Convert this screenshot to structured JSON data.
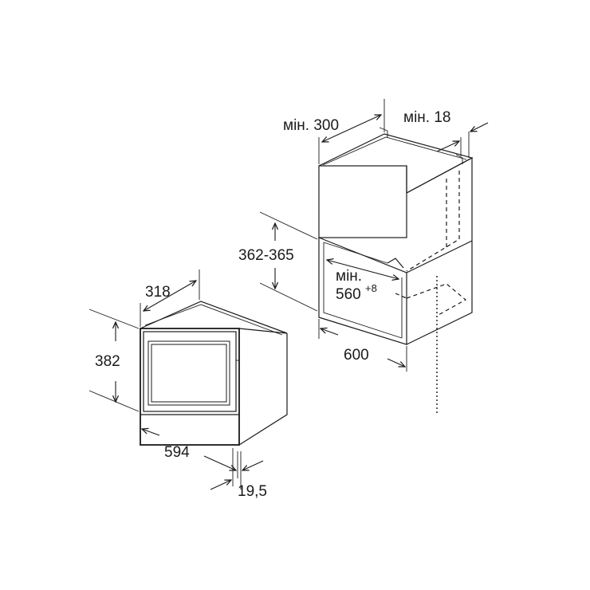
{
  "dimensions": {
    "min_300": "мін. 300",
    "min_18": "мін. 18",
    "height_362_365": "362-365",
    "min_560_label": "мін.",
    "min_560_value": "560",
    "min_560_tolerance": "+8",
    "cabinet_depth_600": "600",
    "appliance_depth_318": "318",
    "appliance_height_382": "382",
    "appliance_width_594": "594",
    "front_offset_19_5": "19,5"
  }
}
